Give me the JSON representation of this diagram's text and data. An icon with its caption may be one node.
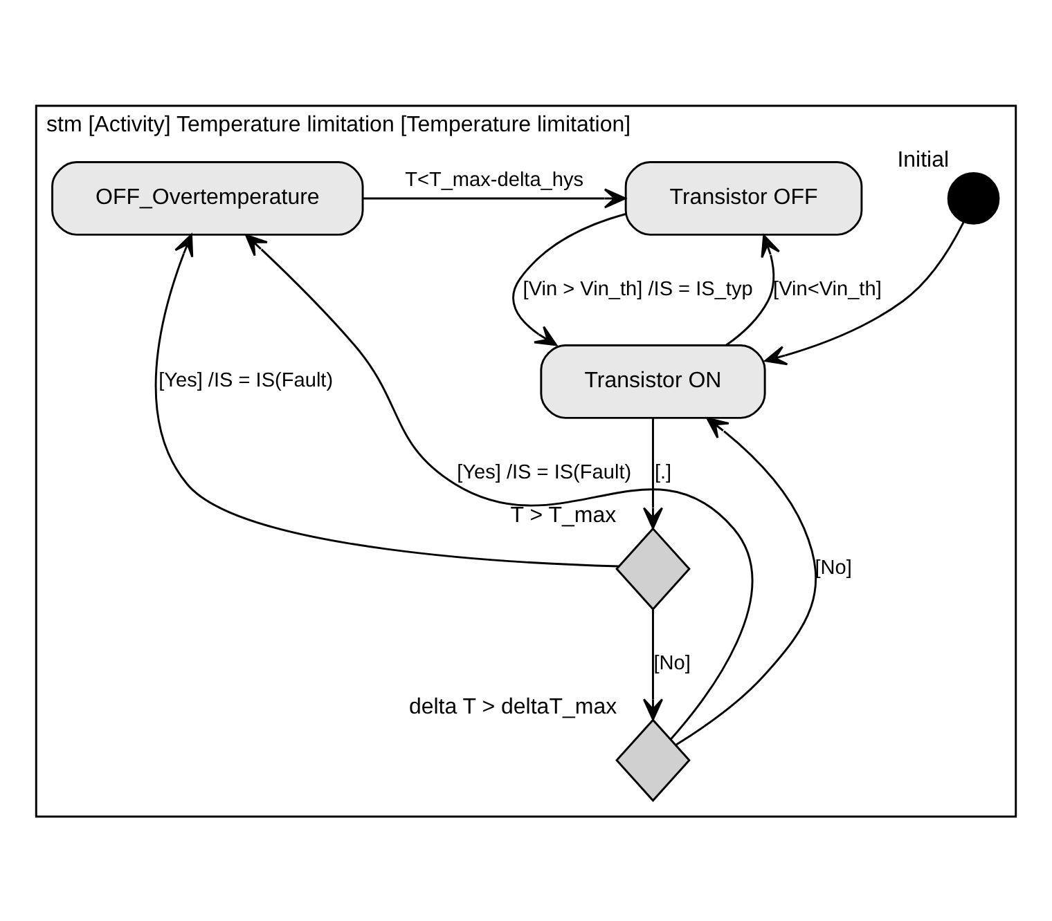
{
  "diagram": {
    "nodes": [
      {
        "text": [
          "stm [Activity] Temperature limitation [Temperature limitation]"
        ]
      },
      {
        "text": [],
        "shape": "circle",
        "in": 0,
        "beside": [
          "Initial"
        ]
      },
      {
        "text": [
          "Transistor OFF"
        ],
        "in": 0
      },
      {
        "text": [
          "Transistor ON"
        ],
        "in": 0
      },
      {
        "text": [
          "OFF_Overtemperature"
        ],
        "in": 0
      },
      {
        "text": [],
        "shape": "diamond",
        "in": 0,
        "beside": [
          "T > T_max"
        ]
      },
      {
        "text": [],
        "shape": "diamond",
        "in": 0,
        "beside": [
          "delta T > deltaT_max"
        ]
      }
    ],
    "edges": [
      {
        "from": 1,
        "to": 3,
        "arrow": "to"
      },
      {
        "from": 2,
        "to": 3,
        "arrow": "to",
        "label": "[Vin > Vin_th] /IS = IS_typ"
      },
      {
        "from": 3,
        "to": 2,
        "arrow": "to",
        "label": "[Vin<Vin_th]"
      },
      {
        "from": 4,
        "to": 2,
        "arrow": "to",
        "label": "T<T_max-delta_hys"
      },
      {
        "from": 3,
        "to": 5,
        "arrow": "to",
        "label": "[.]"
      },
      {
        "from": 5,
        "to": 4,
        "arrow": "to",
        "label": "[Yes] /IS = IS(Fault)"
      },
      {
        "from": 5,
        "to": 6,
        "arrow": "to",
        "label": "[No]"
      },
      {
        "from": 6,
        "to": 3,
        "arrow": "to",
        "label": "[No]"
      },
      {
        "from": 6,
        "to": 4,
        "arrow": "to",
        "label": "[Yes] /IS = IS(Fault)"
      }
    ]
  }
}
